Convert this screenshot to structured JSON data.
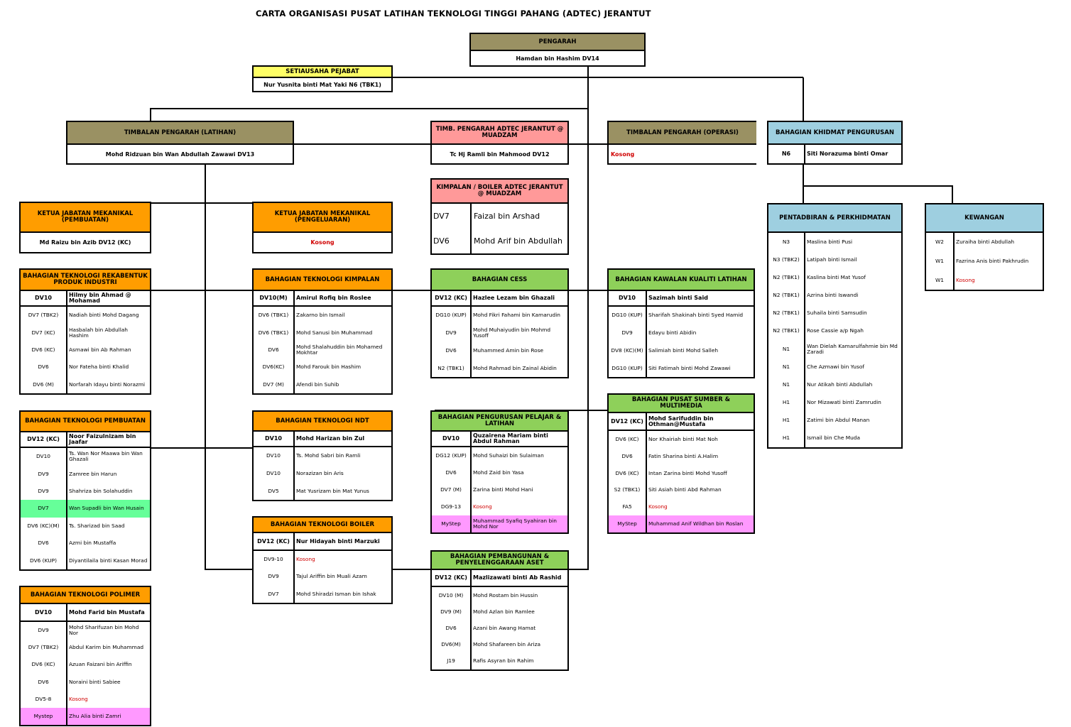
{
  "title": "CARTA ORGANISASI PUSAT LATIHAN TEKNOLOGI TINGGI PAHANG (ADTEC) JERANTUT",
  "colors": {
    "olive": "#9a9163",
    "yellow": "#ffff66",
    "orange": "#ff9d00",
    "pink": "#ff9999",
    "green": "#8ed05a",
    "blue": "#9ecfe0",
    "highlight_green": "#66ff99",
    "mystep": "#ff99ff",
    "kosong": "#d00000"
  },
  "pengarah": {
    "title": "PENGARAH",
    "name": "Hamdan bin Hashim DV14"
  },
  "setiausaha": {
    "title": "SETIAUSAHA PEJABAT",
    "name": "Nur Yusnita binti Mat Yaki N6 (TBK1)"
  },
  "timb_latihan": {
    "title": "TIMBALAN PENGARAH (LATIHAN)",
    "name": "Mohd Ridzuan bin Wan Abdullah Zawawi DV13"
  },
  "timb_muadzam": {
    "title": "TIMB. PENGARAH ADTEC JERANTUT @ MUADZAM",
    "name": "Tc Hj Ramli bin Mahmood DV12"
  },
  "timb_operasi": {
    "title": "TIMBALAN PENGARAH (OPERASI)",
    "name": "Kosong"
  },
  "khidmat": {
    "title": "BAHAGIAN KHIDMAT PENGURUSAN",
    "grade": "N6",
    "name": "Siti Norazuma binti Omar"
  },
  "kimpalan_boiler": {
    "title": "KIMPALAN / BOILER ADTEC JERANTUT @ MUADZAM",
    "rows": [
      {
        "g": "DV7",
        "n": "Faizal bin Arshad"
      },
      {
        "g": "DV6",
        "n": "Mohd Arif bin Abdullah"
      }
    ]
  },
  "ketua_pembuatan": {
    "title": "KETUA JABATAN MEKANIKAL (PEMBUATAN)",
    "name": "Md Raizu bin Azib  DV12 (KC)"
  },
  "ketua_pengeluaran": {
    "title": "KETUA JABATAN MEKANIKAL (PENGELUARAN)",
    "name": "Kosong"
  },
  "rekabentuk": {
    "title": "BAHAGIAN TEKNOLOGI REKABENTUK PRODUK INDUSTRI",
    "head": {
      "g": "DV10",
      "n": "Hilmy bin Ahmad @ Mohamad"
    },
    "rows": [
      {
        "g": "DV7 (TBK2)",
        "n": "Nadiah binti Mohd Dagang"
      },
      {
        "g": "DV7 (KC)",
        "n": "Hasbalah bin Abdullah Hashim"
      },
      {
        "g": "DV6 (KC)",
        "n": "Asmawi bin Ab Rahman"
      },
      {
        "g": "DV6",
        "n": "Nor Fateha binti Khalid"
      },
      {
        "g": "DV6 (M)",
        "n": "Norfarah Idayu binti Norazmi"
      }
    ]
  },
  "pembuatan": {
    "title": "BAHAGIAN TEKNOLOGI PEMBUATAN",
    "head": {
      "g": "DV12 (KC)",
      "n": "Noor Faizulnizam bin Jaafar"
    },
    "rows": [
      {
        "g": "DV10",
        "n": "Ts. Wan Nor Maawa bin Wan Ghazali"
      },
      {
        "g": "DV9",
        "n": "Zamree bin Harun"
      },
      {
        "g": "DV9",
        "n": "Shahriza bin Solahuddin"
      },
      {
        "g": "DV7",
        "n": "Wan Supadli bin Wan Husain"
      },
      {
        "g": "DV6 (KC)(M)",
        "n": "Ts. Sharizad bin Saad"
      },
      {
        "g": "DV6",
        "n": "Azmi bin Mustaffa"
      },
      {
        "g": "DV6 (KUP)",
        "n": "Diyantilaila binti Kasan Morad"
      }
    ]
  },
  "polimer": {
    "title": "BAHAGIAN TEKNOLOGI POLIMER",
    "head": {
      "g": "DV10",
      "n": "Mohd Farid bin Mustafa"
    },
    "rows": [
      {
        "g": "DV9",
        "n": "Mohd Sharifuzan bin Mohd Nor"
      },
      {
        "g": "DV7 (TBK2)",
        "n": "Abdul Karim bin Muhammad"
      },
      {
        "g": "DV6 (KC)",
        "n": "Azuan Faizani bin Ariffin"
      },
      {
        "g": "DV6",
        "n": "Noraini binti Sabiee"
      },
      {
        "g": "DV5-8",
        "n": "Kosong"
      },
      {
        "g": "Mystep",
        "n": "Zhu Alia binti Zamri"
      }
    ]
  },
  "kimpalan": {
    "title": "BAHAGIAN TEKNOLOGI KIMPALAN",
    "head": {
      "g": "DV10(M)",
      "n": "Amirul Rofiq bin Roslee"
    },
    "rows": [
      {
        "g": "DV6 (TBK1)",
        "n": "Zakarno bin Ismail"
      },
      {
        "g": "DV6 (TBK1)",
        "n": "Mohd Sanusi bin Muhammad"
      },
      {
        "g": "DV6",
        "n": "Mohd Shalahuddin bin Mohamed Mokhtar"
      },
      {
        "g": "DV6(KC)",
        "n": "Mohd Farouk bin Hashim"
      },
      {
        "g": "DV7 (M)",
        "n": "Afendi bin Suhib"
      }
    ]
  },
  "ndt": {
    "title": "BAHAGIAN TEKNOLOGI NDT",
    "head": {
      "g": "DV10",
      "n": "Mohd Harizan bin Zul"
    },
    "rows": [
      {
        "g": "DV10",
        "n": "Ts. Mohd Sabri bin Ramli"
      },
      {
        "g": "DV10",
        "n": "Norazizan bin Aris"
      },
      {
        "g": "DV5",
        "n": "Mat Yusrizam bin Mat Yunus"
      }
    ]
  },
  "boiler": {
    "title": "BAHAGIAN TEKNOLOGI BOILER",
    "head": {
      "g": "DV12 (KC)",
      "n": "Nur Hidayah binti Marzuki"
    },
    "rows": [
      {
        "g": "DV9-10",
        "n": "Kosong"
      },
      {
        "g": "DV9",
        "n": "Tajul Ariffin bin Muali Azam"
      },
      {
        "g": "DV7",
        "n": "Mohd Shiradzi Isman bin Ishak"
      }
    ]
  },
  "cess": {
    "title": "BAHAGIAN CESS",
    "head": {
      "g": "DV12 (KC)",
      "n": "Hazlee Lezam bin Ghazali"
    },
    "rows": [
      {
        "g": "DG10 (KUP)",
        "n": "Mohd Fikri Fahami bin Kamarudin"
      },
      {
        "g": "DV9",
        "n": "Mohd Muhaiyudin bin Mohmd Yusoff"
      },
      {
        "g": "DV6",
        "n": "Muhammed Amin bin Rose"
      },
      {
        "g": "N2 (TBK1)",
        "n": "Mohd Rahmad bin Zainal Abidin"
      }
    ]
  },
  "pelajar": {
    "title": "BAHAGIAN PENGURUSAN PELAJAR & LATIHAN",
    "head": {
      "g": "DV10",
      "n": "Quzairena Mariam binti Abdul Rahman"
    },
    "rows": [
      {
        "g": "DG12 (KUP)",
        "n": "Mohd Suhaizi bin Sulaiman"
      },
      {
        "g": "DV6",
        "n": "Mohd Zaid bin Yasa"
      },
      {
        "g": "DV7 (M)",
        "n": "Zarina binti Mohd Hani"
      },
      {
        "g": "DG9-13",
        "n": "Kosong"
      },
      {
        "g": "MyStep",
        "n": "Muhammad Syafiq Syahiran bin Mohd Nor"
      }
    ]
  },
  "aset": {
    "title": "BAHAGIAN PEMBANGUNAN & PENYELENGGARAAN ASET",
    "head": {
      "g": "DV12 (KC)",
      "n": "Mazlizawati binti Ab Rashid"
    },
    "rows": [
      {
        "g": "DV10 (M)",
        "n": "Mohd Rostam bin Hussin"
      },
      {
        "g": "DV9 (M)",
        "n": "Mohd Azlan bin Ramlee"
      },
      {
        "g": "DV6",
        "n": "Azani bin Awang Hamat"
      },
      {
        "g": "DV6(M)",
        "n": "Mohd Shafareen bin Ariza"
      },
      {
        "g": "J19",
        "n": "Rafis Asyran bin Rahim"
      }
    ]
  },
  "kualiti": {
    "title": "BAHAGIAN KAWALAN KUALITI LATIHAN",
    "head": {
      "g": "DV10",
      "n": "Sazimah binti Said"
    },
    "rows": [
      {
        "g": "DG10 (KUP)",
        "n": "Sharifah Shakinah binti Syed Hamid"
      },
      {
        "g": "DV9",
        "n": "Edayu binti Abidin"
      },
      {
        "g": "DV8 (KC)(M)",
        "n": "Salimiah binti Mohd Salleh"
      },
      {
        "g": "DG10 (KUP)",
        "n": "Siti Fatimah binti Mohd Zawawi"
      }
    ]
  },
  "sumber": {
    "title": "BAHAGIAN PUSAT SUMBER & MULTIMEDIA",
    "head": {
      "g": "DV12 (KC)",
      "n": "Mohd Sarifuddin bin Othman@Mustafa"
    },
    "rows": [
      {
        "g": "DV6 (KC)",
        "n": "Nor Khairiah binti Mat Noh"
      },
      {
        "g": "DV6",
        "n": "Fatin Sharina binti A.Halim"
      },
      {
        "g": "DV6 (KC)",
        "n": "Intan Zarina binti Mohd Yusoff"
      },
      {
        "g": "S2 (TBK1)",
        "n": "Siti Asiah binti Abd Rahman"
      },
      {
        "g": "FA5",
        "n": "Kosong"
      },
      {
        "g": "MyStep",
        "n": "Muhammad Anif Wildhan bin Roslan"
      }
    ]
  },
  "pentadbiran": {
    "title": "PENTADBIRAN & PERKHIDMATAN",
    "rows": [
      {
        "g": "N3",
        "n": "Maslina binti Pusi"
      },
      {
        "g": "N3 (TBK2)",
        "n": "Latipah binti Ismail"
      },
      {
        "g": "N2 (TBK1)",
        "n": "Kaslina binti Mat Yusof"
      },
      {
        "g": "N2 (TBK1)",
        "n": "Azrina binti Iswandi"
      },
      {
        "g": "N2 (TBK1)",
        "n": "Suhaila binti Samsudin"
      },
      {
        "g": "N2 (TBK1)",
        "n": "Rose Cassie a/p Ngah"
      },
      {
        "g": "N1",
        "n": "Wan Dielah Kamarulfahmie bin Md Zaradi"
      },
      {
        "g": "N1",
        "n": "Che Azmawi bin Yusof"
      },
      {
        "g": "N1",
        "n": "Nur Atikah binti Abdullah"
      },
      {
        "g": "H1",
        "n": "Nor Mizawati binti Zamrudin"
      },
      {
        "g": "H1",
        "n": "Zatimi bin Abdul Manan"
      },
      {
        "g": "H1",
        "n": "Ismail bin Che Muda"
      }
    ]
  },
  "kewangan": {
    "title": "KEWANGAN",
    "rows": [
      {
        "g": "W2",
        "n": "Zuraiha binti Abdullah"
      },
      {
        "g": "W1",
        "n": "Fazrina Anis binti Pakhrudin"
      },
      {
        "g": "W1",
        "n": "Kosong"
      }
    ]
  }
}
